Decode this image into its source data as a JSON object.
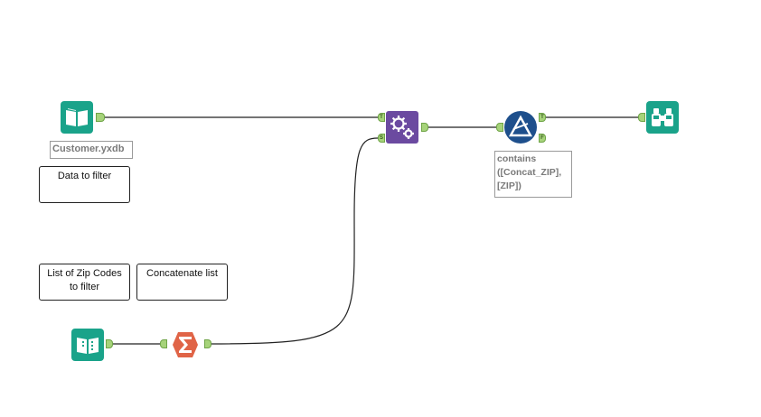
{
  "tools": {
    "input_customer": {
      "annotation": "Customer.yxdb",
      "icon": "book-icon",
      "color": "#1aa38a"
    },
    "input_zip": {
      "icon": "book-columns-icon",
      "color": "#1aa38a"
    },
    "summarize": {
      "icon": "sigma-icon",
      "color": "#e06447"
    },
    "join": {
      "icon": "gears-icon",
      "color": "#6b4aa0",
      "anchor_top": "T",
      "anchor_bottom": "S"
    },
    "filter": {
      "annotation": "contains\n([Concat_ZIP],\n[ZIP])",
      "icon": "filter-triangle-icon",
      "color": "#1e4f8c",
      "anchor_true": "T",
      "anchor_false": "F"
    },
    "browse": {
      "icon": "binoculars-icon",
      "color": "#1aa38a"
    }
  },
  "comments": {
    "data_to_filter": "Data to filter",
    "zip_list": "List of Zip Codes to filter",
    "concatenate": "Concatenate list"
  },
  "colors": {
    "connection": "#222222",
    "anchor_fill": "#a6d37a",
    "anchor_border": "#6fa447"
  }
}
